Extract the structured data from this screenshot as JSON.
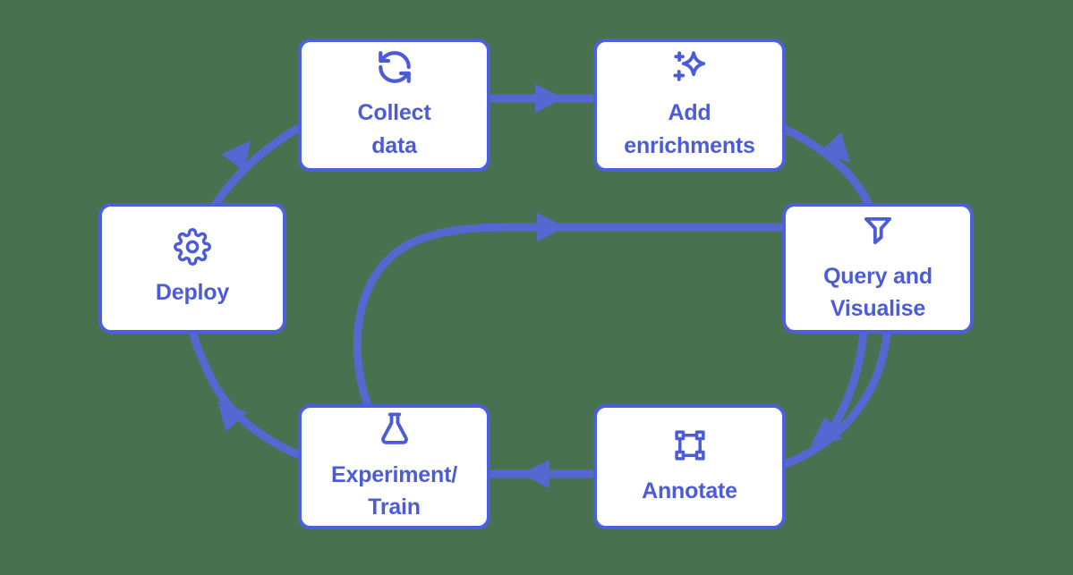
{
  "theme": {
    "bg": "#48714F",
    "line": "#5767D2",
    "box-border": "#4E5FDE",
    "box-fill": "#FFFFFF",
    "accent": "#4B5CD6"
  },
  "diagram": {
    "type": "cycle-flowchart",
    "nodes": [
      {
        "id": "collect-data",
        "label": "Collect\ndata",
        "icon": "sync-icon"
      },
      {
        "id": "add-enrichments",
        "label": "Add\nenrichments",
        "icon": "sparkles-icon"
      },
      {
        "id": "query-visualise",
        "label": "Query and\nVisualise",
        "icon": "filter-icon"
      },
      {
        "id": "annotate",
        "label": "Annotate",
        "icon": "bounding-box-icon"
      },
      {
        "id": "experiment-train",
        "label": "Experiment/\nTrain",
        "icon": "flask-icon"
      },
      {
        "id": "deploy",
        "label": "Deploy",
        "icon": "gear-icon"
      }
    ],
    "edges": [
      {
        "from": "collect-data",
        "to": "add-enrichments"
      },
      {
        "from": "add-enrichments",
        "to": "query-visualise"
      },
      {
        "from": "query-visualise",
        "to": "annotate"
      },
      {
        "from": "annotate",
        "to": "experiment-train"
      },
      {
        "from": "experiment-train",
        "to": "deploy"
      },
      {
        "from": "deploy",
        "to": "collect-data"
      },
      {
        "from": "experiment-train",
        "to": "query-visualise",
        "note": "inner shortcut arrow"
      }
    ]
  }
}
